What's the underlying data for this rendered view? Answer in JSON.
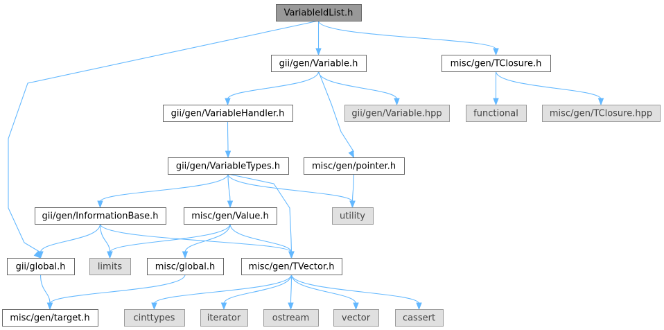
{
  "nodes": [
    {
      "id": "variableidlist",
      "label": "VariableIdList.h",
      "kind": "root"
    },
    {
      "id": "variable",
      "label": "gii/gen/Variable.h",
      "kind": "local"
    },
    {
      "id": "tclosure",
      "label": "misc/gen/TClosure.h",
      "kind": "local"
    },
    {
      "id": "variablehandler",
      "label": "gii/gen/VariableHandler.h",
      "kind": "local"
    },
    {
      "id": "variablehpp",
      "label": "gii/gen/Variable.hpp",
      "kind": "ext"
    },
    {
      "id": "functional",
      "label": "functional",
      "kind": "ext"
    },
    {
      "id": "tclosurehpp",
      "label": "misc/gen/TClosure.hpp",
      "kind": "ext"
    },
    {
      "id": "variabletypes",
      "label": "gii/gen/VariableTypes.h",
      "kind": "local"
    },
    {
      "id": "pointer",
      "label": "misc/gen/pointer.h",
      "kind": "local"
    },
    {
      "id": "informationbase",
      "label": "gii/gen/InformationBase.h",
      "kind": "local"
    },
    {
      "id": "value",
      "label": "misc/gen/Value.h",
      "kind": "local"
    },
    {
      "id": "utility",
      "label": "utility",
      "kind": "ext"
    },
    {
      "id": "giiglobal",
      "label": "gii/global.h",
      "kind": "local"
    },
    {
      "id": "limits",
      "label": "limits",
      "kind": "ext"
    },
    {
      "id": "miscglobal",
      "label": "misc/global.h",
      "kind": "local"
    },
    {
      "id": "tvector",
      "label": "misc/gen/TVector.h",
      "kind": "local"
    },
    {
      "id": "target",
      "label": "misc/gen/target.h",
      "kind": "local"
    },
    {
      "id": "cinttypes",
      "label": "cinttypes",
      "kind": "ext"
    },
    {
      "id": "iterator",
      "label": "iterator",
      "kind": "ext"
    },
    {
      "id": "ostream",
      "label": "ostream",
      "kind": "ext"
    },
    {
      "id": "vector",
      "label": "vector",
      "kind": "ext"
    },
    {
      "id": "cassert",
      "label": "cassert",
      "kind": "ext"
    }
  ],
  "edges": [
    {
      "from": "variableidlist",
      "to": "variable"
    },
    {
      "from": "variableidlist",
      "to": "tclosure"
    },
    {
      "from": "variableidlist",
      "to": "giiglobal"
    },
    {
      "from": "variable",
      "to": "variablehandler"
    },
    {
      "from": "variable",
      "to": "variablehpp"
    },
    {
      "from": "variable",
      "to": "pointer"
    },
    {
      "from": "tclosure",
      "to": "functional"
    },
    {
      "from": "tclosure",
      "to": "tclosurehpp"
    },
    {
      "from": "variablehandler",
      "to": "variabletypes"
    },
    {
      "from": "variabletypes",
      "to": "informationbase"
    },
    {
      "from": "variabletypes",
      "to": "value"
    },
    {
      "from": "variabletypes",
      "to": "utility"
    },
    {
      "from": "variabletypes",
      "to": "tvector"
    },
    {
      "from": "pointer",
      "to": "utility"
    },
    {
      "from": "informationbase",
      "to": "giiglobal"
    },
    {
      "from": "informationbase",
      "to": "limits"
    },
    {
      "from": "informationbase",
      "to": "tvector"
    },
    {
      "from": "value",
      "to": "limits"
    },
    {
      "from": "value",
      "to": "miscglobal"
    },
    {
      "from": "value",
      "to": "tvector"
    },
    {
      "from": "giiglobal",
      "to": "target"
    },
    {
      "from": "miscglobal",
      "to": "target"
    },
    {
      "from": "tvector",
      "to": "cinttypes"
    },
    {
      "from": "tvector",
      "to": "iterator"
    },
    {
      "from": "tvector",
      "to": "ostream"
    },
    {
      "from": "tvector",
      "to": "vector"
    },
    {
      "from": "tvector",
      "to": "cassert"
    }
  ]
}
